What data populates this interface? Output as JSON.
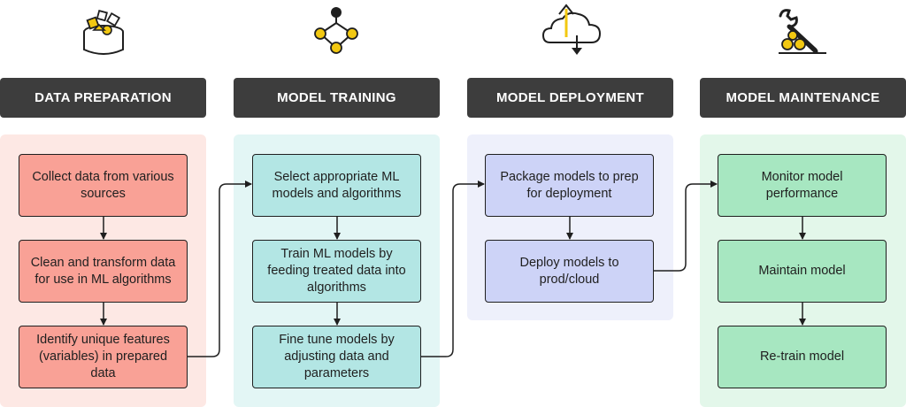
{
  "colors": {
    "header_bg": "#3d3d3d",
    "prep_panel": "#fde8e4",
    "prep_box": "#f9a196",
    "train_panel": "#e3f6f5",
    "train_box": "#b3e6e4",
    "deploy_panel": "#eef0fb",
    "deploy_box": "#cdd3f7",
    "maint_panel": "#e3f7ea",
    "maint_box": "#a7e7c1",
    "accent": "#f2c811",
    "connector": "#1f1f1f"
  },
  "stages": [
    {
      "title": "DATA PREPARATION",
      "icon": "data-bucket-icon",
      "steps": [
        "Collect data from various sources",
        "Clean and transform data for use in ML algorithms",
        "Identify unique features (variables) in prepared data"
      ]
    },
    {
      "title": "MODEL TRAINING",
      "icon": "network-graph-icon",
      "steps": [
        "Select appropriate ML models and algorithms",
        "Train ML models by feeding treated data into algorithms",
        "Fine tune models by adjusting data and parameters"
      ]
    },
    {
      "title": "MODEL DEPLOYMENT",
      "icon": "cloud-upload-download-icon",
      "steps": [
        "Package models to prep for deployment",
        "Deploy models to prod/cloud"
      ]
    },
    {
      "title": "MODEL MAINTENANCE",
      "icon": "wrench-gears-icon",
      "steps": [
        "Monitor model performance",
        "Maintain model",
        "Re-train model"
      ]
    }
  ]
}
